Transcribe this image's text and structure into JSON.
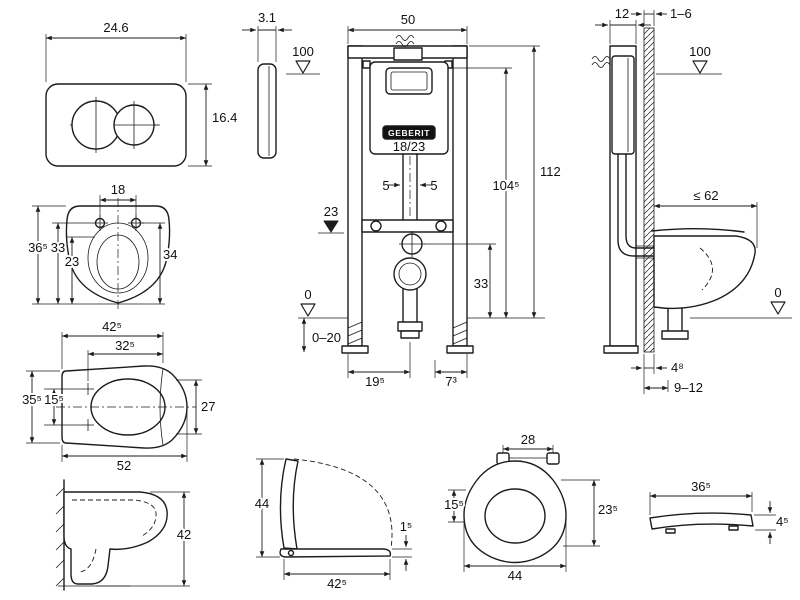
{
  "sheet": {
    "background": "#ffffff",
    "ink": "#1c1c1c"
  },
  "brand": {
    "logo_text": "GEBERIT",
    "cistern_model": "18/23"
  },
  "dims": {
    "plate_front": {
      "width": "24.6",
      "height": "16.4"
    },
    "plate_side": {
      "thickness": "3.1",
      "level_height": "100"
    },
    "frame_front": {
      "width": "50",
      "total_height": "112",
      "upper_height": "104⁵",
      "pipe_offset_left": "5",
      "pipe_offset_right": "5",
      "outlet_datum": "23",
      "outlet_height": "33",
      "floor_datum": "0",
      "leg_range": "0–20",
      "bottom_left": "19⁵",
      "bottom_right": "7³"
    },
    "frame_side": {
      "depth": "12",
      "cladding_range": "1–6",
      "level_height": "100",
      "bowl_projection": "≤ 62",
      "floor_datum": "0",
      "offset_a": "4⁸",
      "offset_b": "9–12"
    },
    "bowl_top": {
      "hole_spacing": "18",
      "depth_34": "34",
      "depth_36_5": "36⁵",
      "depth_33": "33",
      "depth_23": "23"
    },
    "bowl_plan": {
      "width_42_5": "42⁵",
      "width_32_5": "32⁵",
      "height_35_5": "35⁵",
      "height_15_5": "15⁵",
      "nose_width": "27",
      "total_length": "52"
    },
    "bowl_side": {
      "height": "42"
    },
    "seat_open": {
      "height": "44",
      "seat_thickness": "1⁵",
      "depth": "42⁵"
    },
    "seat_top": {
      "hinge_spacing": "28",
      "side_15_5": "15⁵",
      "side_23_5": "23⁵",
      "length": "44"
    },
    "seat_profile": {
      "length": "36⁵",
      "thickness": "4⁵"
    }
  }
}
